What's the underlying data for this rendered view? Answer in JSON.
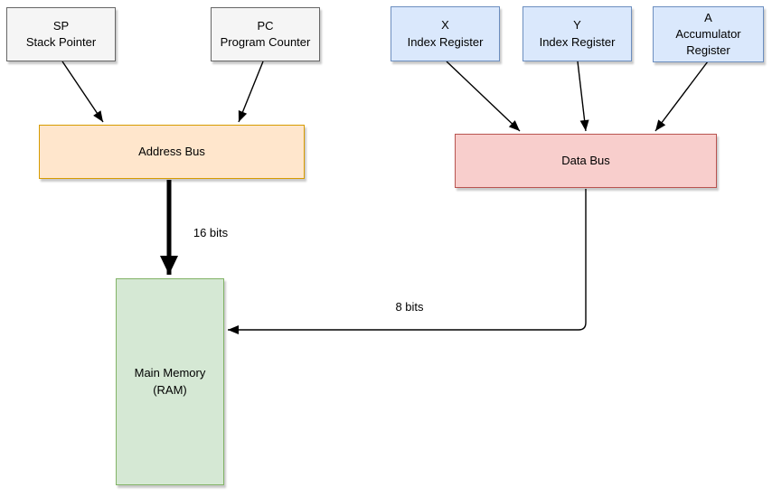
{
  "diagram": {
    "registers": {
      "sp": "SP\nStack Pointer",
      "pc": "PC\nProgram Counter",
      "x": "X\nIndex Register",
      "y": "Y\nIndex Register",
      "a": "A\nAccumulator\nRegister"
    },
    "buses": {
      "address": "Address Bus",
      "data": "Data Bus"
    },
    "memory": "Main Memory\n(RAM)",
    "edge_labels": {
      "address_bus_width": "16 bits",
      "data_bus_width": "8 bits"
    },
    "colors": {
      "register_generic_fill": "#f5f5f5",
      "register_generic_stroke": "#666666",
      "register_cpu_fill": "#dae8fc",
      "register_cpu_stroke": "#6c8ebf",
      "address_bus_fill": "#ffe6cc",
      "address_bus_stroke": "#d79b00",
      "data_bus_fill": "#f8cecc",
      "data_bus_stroke": "#b85450",
      "memory_fill": "#d5e8d4",
      "memory_stroke": "#82b366",
      "connector": "#000000",
      "background": "#ffffff"
    }
  }
}
